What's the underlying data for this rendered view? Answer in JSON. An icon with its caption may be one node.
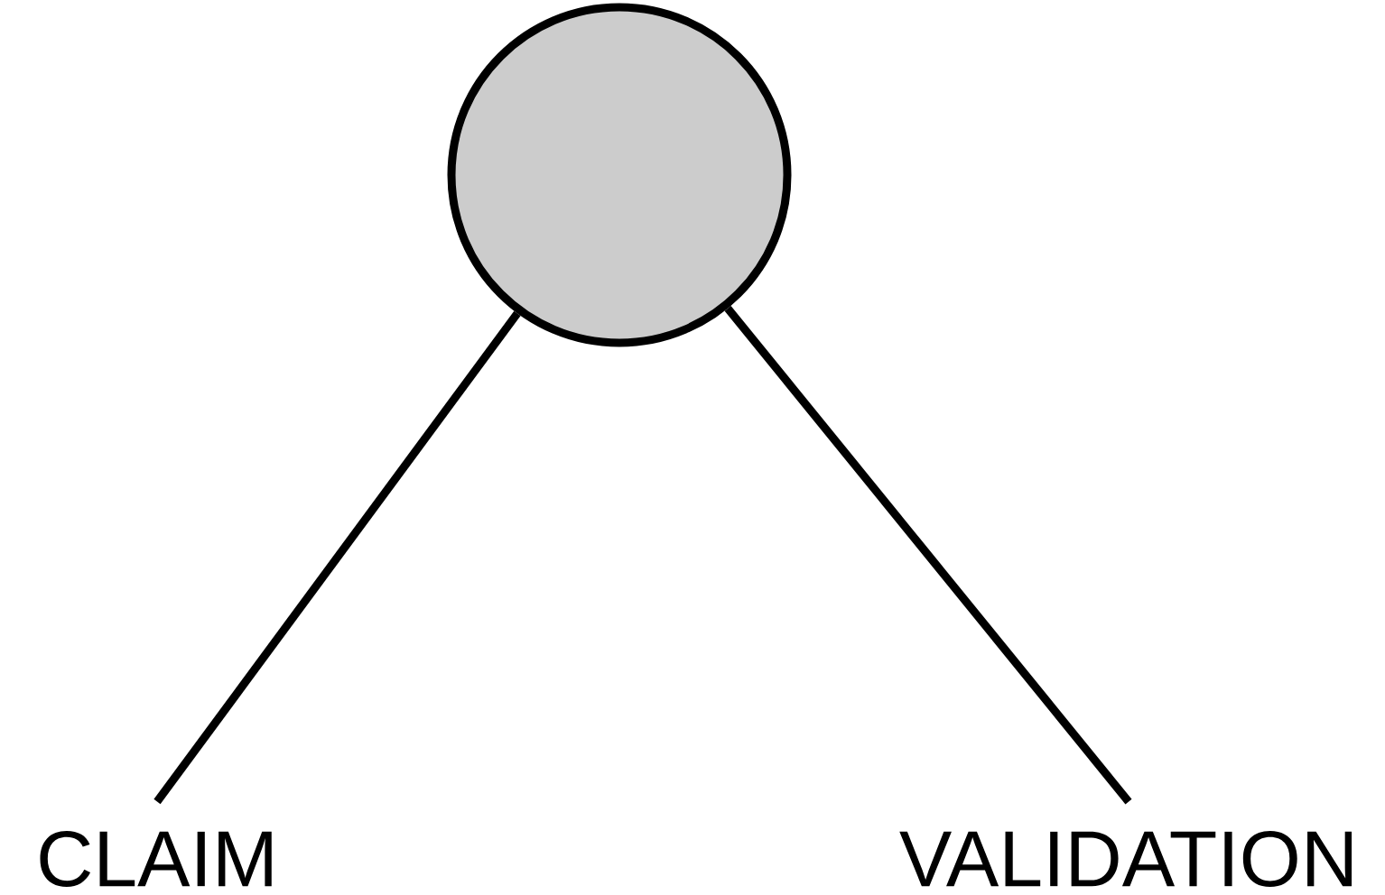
{
  "diagram": {
    "nodes": [
      {
        "text": [],
        "shape": "circle"
      },
      {
        "text": [
          "CLAIM"
        ]
      },
      {
        "text": [
          "VALIDATION"
        ]
      }
    ],
    "edges": [
      {
        "from": 0,
        "to": 1,
        "arrow": "none"
      },
      {
        "from": 0,
        "to": 2,
        "arrow": "none"
      }
    ]
  }
}
